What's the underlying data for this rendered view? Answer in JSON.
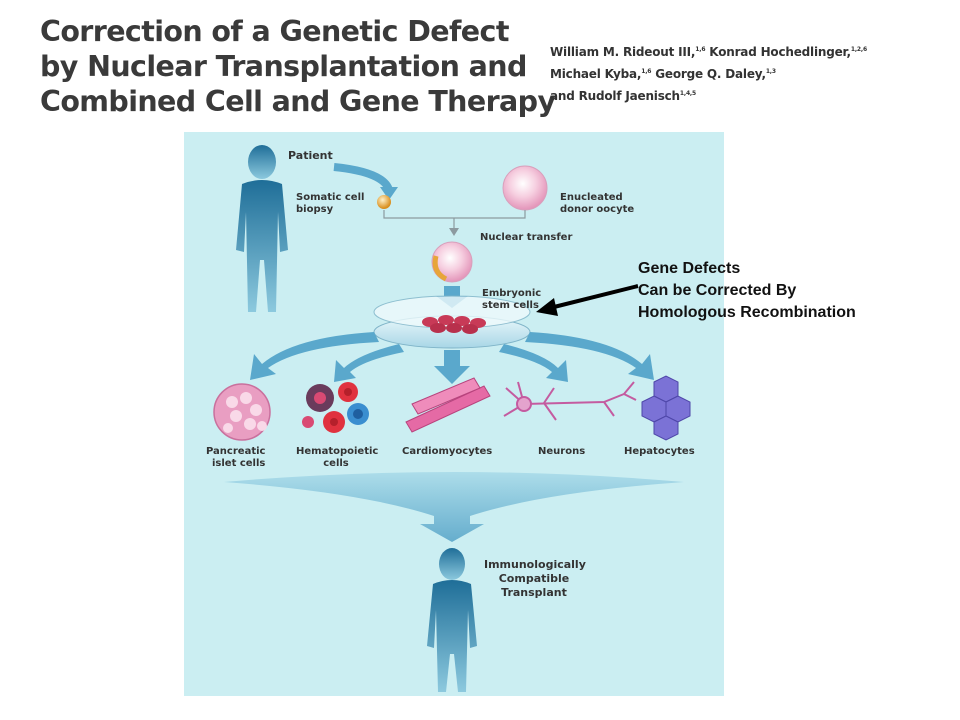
{
  "title": {
    "lines": [
      "Correction of a Genetic Defect",
      "by Nuclear Transplantation and",
      "Combined Cell and Gene Therapy"
    ]
  },
  "authors": {
    "line1": "William M. Rideout III,",
    "sup1": "1,6",
    "line1b": " Konrad Hochedlinger,",
    "sup1b": "1,2,6",
    "line2": "Michael Kyba,",
    "sup2": "1,6",
    "line2b": " George Q. Daley,",
    "sup2b": "1,3",
    "line3": "and Rudolf Jaenisch",
    "sup3": "1,4,5"
  },
  "diagram": {
    "patient": "Patient",
    "somatic_cell_biopsy": [
      "Somatic cell",
      "biopsy"
    ],
    "enucleated_donor_oocyte": [
      "Enucleated",
      "donor oocyte"
    ],
    "nuclear_transfer": "Nuclear transfer",
    "embryonic_stem_cells": [
      "Embryonic",
      "stem cells"
    ],
    "cell_types": [
      [
        "Pancreatic",
        "islet cells"
      ],
      [
        "Hematopoietic",
        "cells"
      ],
      [
        "Cardiomyocytes"
      ],
      [
        "Neurons"
      ],
      [
        "Hepatocytes"
      ]
    ],
    "transplant": [
      "Immunologically",
      "Compatible",
      "Transplant"
    ]
  },
  "annotation": {
    "lines": [
      "Gene Defects",
      "Can be Corrected By",
      "Homologous Recombination"
    ]
  },
  "colors": {
    "panel_bg": "#cbeef2",
    "figure_blue": "#2e7fa8",
    "arrow_blue": "#5aa8cc",
    "cell_pink": "#e9a8c6",
    "somatic_orange": "#e7a53a"
  }
}
